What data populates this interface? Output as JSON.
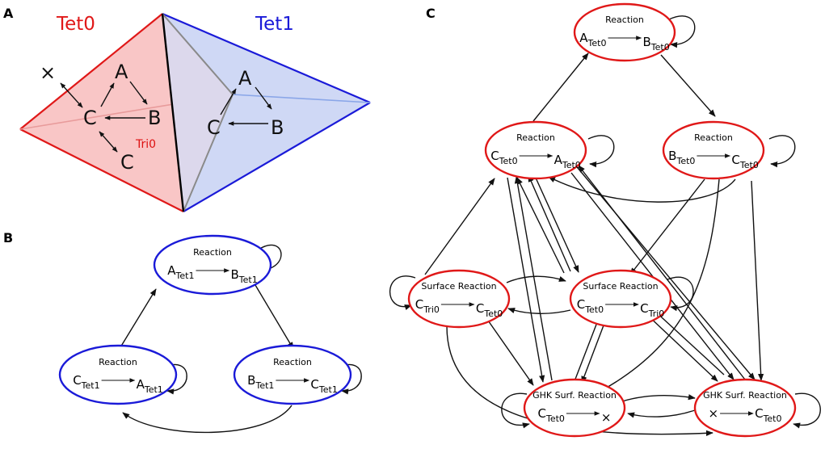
{
  "panels": {
    "a": {
      "letter": "A",
      "tet0": "Tet0",
      "tet1": "Tet1",
      "tri": "Tri0",
      "species_tet0": [
        "A",
        "B",
        "C"
      ],
      "surface_c": "C",
      "null": "×",
      "species_tet1": [
        "A",
        "B",
        "C"
      ]
    },
    "b": {
      "letter": "B"
    },
    "c": {
      "letter": "C"
    }
  },
  "colors": {
    "tet0": "#e01818",
    "tet1": "#1a1ad8"
  },
  "graph_b": {
    "nodes": [
      {
        "id": "b1",
        "title": "Reaction",
        "lhs": "A",
        "lhs_sub": "Tet1",
        "rhs": "B",
        "rhs_sub": "Tet1"
      },
      {
        "id": "b2",
        "title": "Reaction",
        "lhs": "C",
        "lhs_sub": "Tet1",
        "rhs": "A",
        "rhs_sub": "Tet1"
      },
      {
        "id": "b3",
        "title": "Reaction",
        "lhs": "B",
        "lhs_sub": "Tet1",
        "rhs": "C",
        "rhs_sub": "Tet1"
      }
    ]
  },
  "graph_c": {
    "nodes": [
      {
        "id": "c1",
        "title": "Reaction",
        "lhs": "A",
        "lhs_sub": "Tet0",
        "rhs": "B",
        "rhs_sub": "Tet0"
      },
      {
        "id": "c2",
        "title": "Reaction",
        "lhs": "C",
        "lhs_sub": "Tet0",
        "rhs": "A",
        "rhs_sub": "Tet0"
      },
      {
        "id": "c3",
        "title": "Reaction",
        "lhs": "B",
        "lhs_sub": "Tet0",
        "rhs": "C",
        "rhs_sub": "Tet0"
      },
      {
        "id": "c4",
        "title": "Surface Reaction",
        "lhs": "C",
        "lhs_sub": "Tri0",
        "rhs": "C",
        "rhs_sub": "Tet0"
      },
      {
        "id": "c5",
        "title": "Surface Reaction",
        "lhs": "C",
        "lhs_sub": "Tet0",
        "rhs": "C",
        "rhs_sub": "Tri0"
      },
      {
        "id": "c6",
        "title": "GHK Surf. Reaction",
        "lhs": "C",
        "lhs_sub": "Tet0",
        "rhs": "×",
        "rhs_sub": ""
      },
      {
        "id": "c7",
        "title": "GHK Surf. Reaction",
        "lhs": "×",
        "lhs_sub": "",
        "rhs": "C",
        "rhs_sub": "Tet0"
      }
    ]
  }
}
